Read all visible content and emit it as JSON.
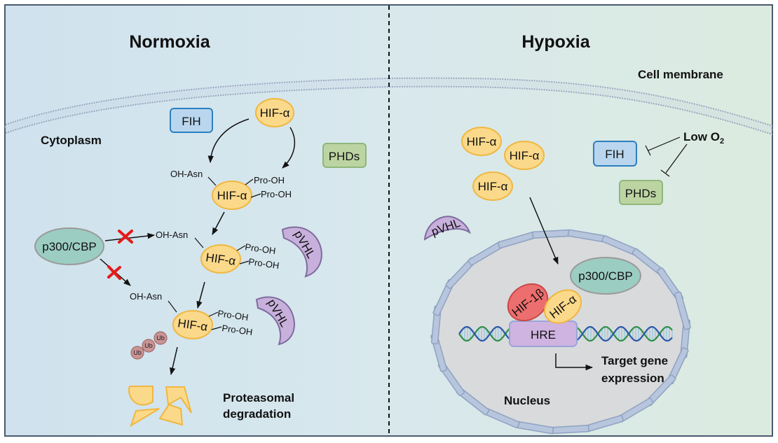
{
  "panels": {
    "left": {
      "title": "Normoxia",
      "compartment_label": "Cytoplasm",
      "enzymes": {
        "fih": "FIH",
        "phds": "PHDs"
      },
      "hif_alpha": "HIF-α",
      "modifications": {
        "oh_asn": "OH-Asn",
        "pro_oh": "Pro-OH"
      },
      "coactivator": "p300/CBP",
      "e3_ligase": "pVHL",
      "ubiquitin": "Ub",
      "outcome": [
        "Proteasomal",
        "degradation"
      ],
      "blocked_steps": 2
    },
    "right": {
      "title": "Hypoxia",
      "membrane_label": "Cell membrane",
      "stimulus": {
        "main": "Low O",
        "sub": "2"
      },
      "enzymes": {
        "fih": "FIH",
        "phds": "PHDs"
      },
      "hif_alpha": "HIF-α",
      "hif_beta": "HIF-1β",
      "e3_ligase": "pVHL",
      "coactivator": "p300/CBP",
      "response_element": "HRE",
      "outcome": [
        "Target gene",
        "expression"
      ],
      "compartment_label": "Nucleus"
    }
  },
  "colors": {
    "left_bg": "#d3e5ee",
    "right_bg": "#dcebe3",
    "hif_alpha": "#fbd98a",
    "fih": "#b9d6ee",
    "phds": "#bcd4a2",
    "p300": "#9ccdc2",
    "pvhl": "#c8b0dc",
    "hif_beta": "#ed6e6e",
    "hre": "#cfb3e0",
    "inhibition_mark": "#e31b1b",
    "nucleus": "#d9dadc"
  }
}
